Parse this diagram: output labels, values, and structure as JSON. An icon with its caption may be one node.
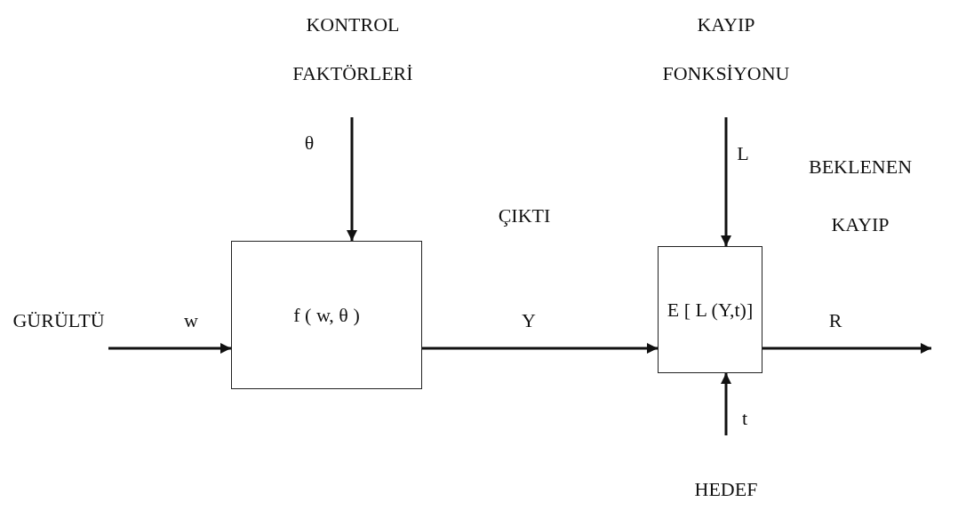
{
  "diagram": {
    "nodes": [
      {
        "text": [
          "f ( w, θ )"
        ]
      },
      {
        "text": [
          "E [ L (Y,t)]"
        ]
      }
    ],
    "edges": [
      {
        "from": null,
        "to": 0,
        "arrow": "to",
        "label": "w"
      },
      {
        "from": null,
        "to": 0,
        "arrow": "to",
        "label": "θ"
      },
      {
        "from": 0,
        "to": 1,
        "arrow": "to",
        "label": "Y"
      },
      {
        "from": null,
        "to": 1,
        "arrow": "to",
        "label": "L"
      },
      {
        "from": null,
        "to": 1,
        "arrow": "to",
        "label": "t"
      },
      {
        "from": 1,
        "to": null,
        "arrow": "to",
        "label": "R"
      }
    ],
    "labels": [
      "KONTROL FAKTÖRLERİ",
      "KAYIP FONKSİYONU",
      "BEKLENEN KAYIP",
      "ÇIKTI",
      "GÜRÜLTÜ",
      "HEDEF"
    ]
  }
}
